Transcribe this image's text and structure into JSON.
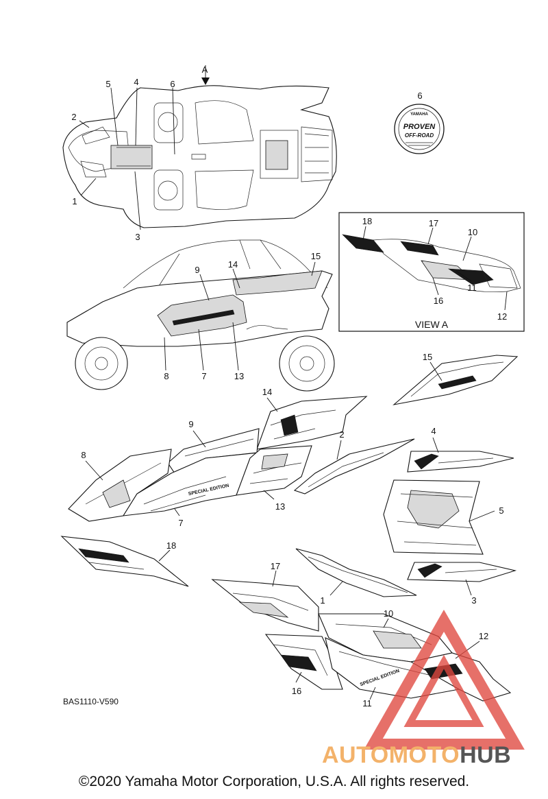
{
  "diagram": {
    "view_marker": "A",
    "view_caption": "VIEW A",
    "code": "BAS1110-V590",
    "callouts": {
      "c1": "1",
      "c2": "2",
      "c3": "3",
      "c4": "4",
      "c5": "5",
      "c6": "6",
      "c7": "7",
      "c8": "8",
      "c9": "9",
      "c10": "10",
      "c11": "11",
      "c12": "12",
      "c13": "13",
      "c14": "14",
      "c15": "15",
      "c16": "16",
      "c17": "17",
      "c18": "18"
    },
    "emblem_text": {
      "brand": "YAMAHA",
      "line1": "PROVEN",
      "line2": "OFF-ROAD"
    },
    "decal_text": {
      "special": "SPECIAL EDITION"
    }
  },
  "watermark": {
    "part1": "AUTOMOTO",
    "part2": "HUB",
    "colors": {
      "triangle": "#e0483f",
      "text_light": "#f3b26a",
      "text_dark": "#555555"
    }
  },
  "footer": {
    "copyright": "©2020 Yamaha Motor Corporation, U.S.A. All rights reserved."
  }
}
